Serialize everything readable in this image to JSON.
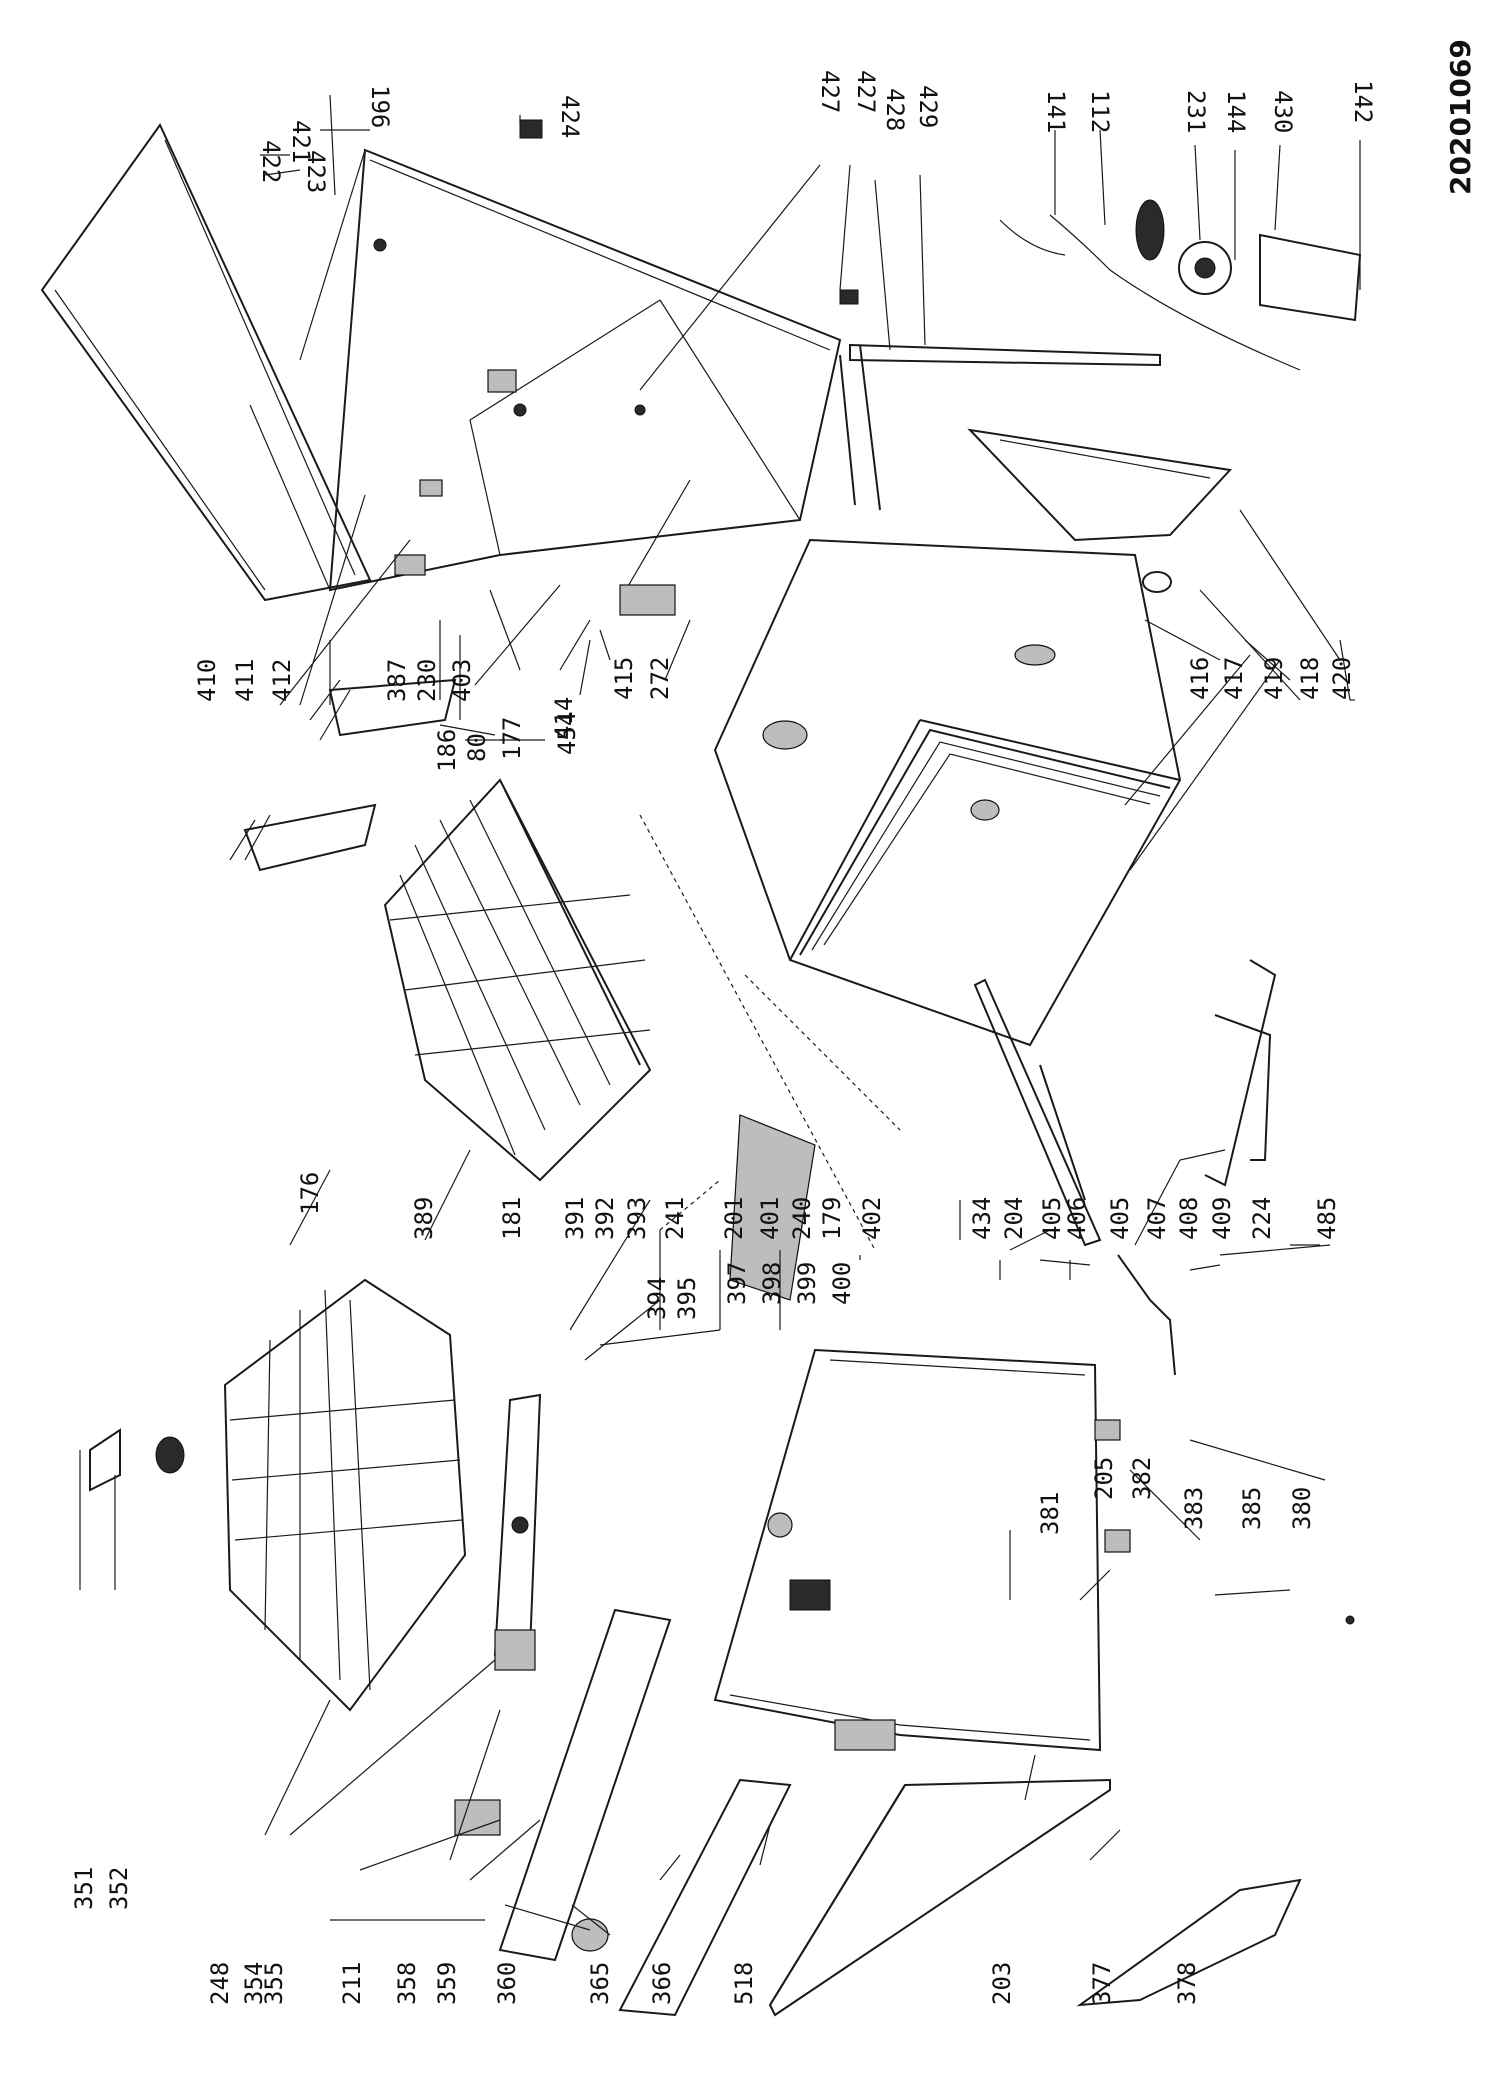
{
  "document_number": "20201069",
  "part_labels": [
    "351",
    "352",
    "248",
    "354",
    "355",
    "211",
    "358",
    "359",
    "360",
    "365",
    "366",
    "518",
    "203",
    "377",
    "378",
    "176",
    "389",
    "181",
    "391",
    "392",
    "393",
    "241",
    "201",
    "401",
    "240",
    "394",
    "395",
    "397",
    "398",
    "399",
    "400",
    "179",
    "402",
    "434",
    "204",
    "405",
    "406",
    "485",
    "205",
    "382",
    "383",
    "380",
    "385",
    "381",
    "186",
    "80",
    "177",
    "414",
    "415",
    "454",
    "272",
    "403",
    "230",
    "387",
    "410",
    "411",
    "412",
    "409",
    "224",
    "408",
    "407",
    "405",
    "416",
    "417",
    "419",
    "418",
    "420",
    "421",
    "422",
    "423",
    "196",
    "424",
    "427",
    "427",
    "428",
    "429",
    "141",
    "112",
    "231",
    "144",
    "430",
    "142"
  ]
}
